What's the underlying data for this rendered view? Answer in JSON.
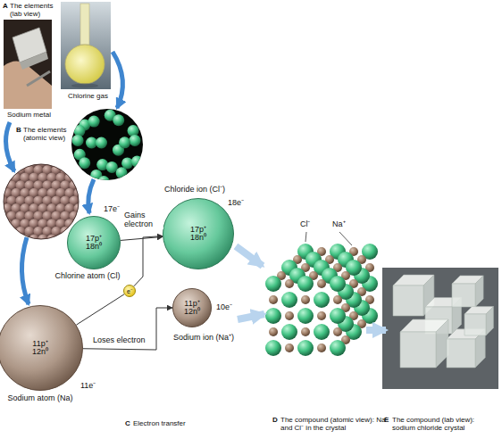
{
  "diagram": {
    "nodes": [
      {
        "text": [
          "17p⁺ 18n⁰",
          "17e⁻",
          "Chlorine atom (Cl)"
        ]
      },
      {
        "text": [
          "11p⁺ 12n⁰",
          "11e⁻",
          "Sodium atom (Na)"
        ]
      },
      {
        "text": [
          "e⁻"
        ]
      },
      {
        "text": [
          "17p⁺ 18n⁰",
          "18e⁻",
          "Chloride ion (Cl⁻)"
        ]
      },
      {
        "text": [
          "11p⁺ 12n⁰",
          "10e⁻",
          "Sodium ion (Na⁺)"
        ]
      }
    ],
    "edges": [
      {
        "from": 0,
        "to": 3,
        "arrow": "to",
        "label": "Gains electron"
      },
      {
        "from": 1,
        "to": 2,
        "arrow": "none"
      },
      {
        "from": 2,
        "to": 3,
        "arrow": "to"
      },
      {
        "from": 1,
        "to": 4,
        "arrow": "to",
        "label": "Loses electron"
      }
    ],
    "labels": [
      "A",
      "The elements (lab view)",
      "Sodium metal",
      "Chlorine gas",
      "B",
      "The elements (atomic view)",
      "Cl⁻",
      "Na⁺",
      "C",
      "Electron transfer",
      "D",
      "The compound (atomic view): Na⁺ and Cl⁻ in the crystal",
      "E",
      "The compound (lab view): sodium chloride crystal"
    ]
  }
}
